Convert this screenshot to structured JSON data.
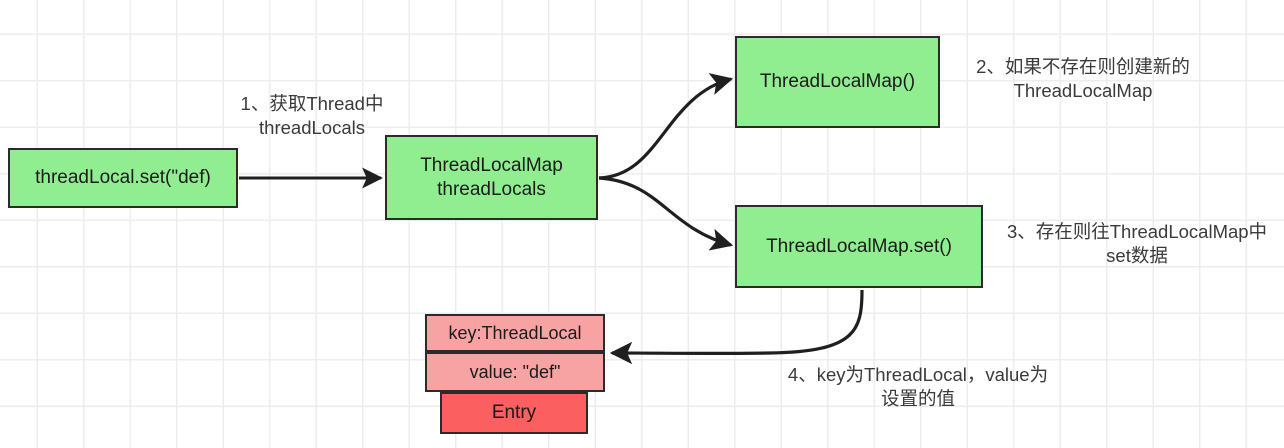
{
  "diagram": {
    "title": "ThreadLocal set flow",
    "background": {
      "color": "#ffffff",
      "grid_color": "#ededed",
      "grid": true
    },
    "palette": {
      "green_fill": "#90ee90",
      "pink_fill": "#f8a3a3",
      "red_fill": "#fb5f5f",
      "stroke": "#2b2b2b",
      "note_text": "#3a3a3a"
    },
    "nodes": {
      "set_call": "threadLocal.set(\"def)",
      "threadlocals_field": "ThreadLocalMap\nthreadLocals",
      "threadlocalmap_ctor": "ThreadLocalMap()",
      "threadlocalmap_set": "ThreadLocalMap.set()",
      "entry_key": "key:ThreadLocal",
      "entry_value": "value: \"def\"",
      "entry_label": "Entry"
    },
    "notes": {
      "note_1": "1、获取Thread中\nthreadLocals",
      "note_2": "2、如果不存在则创建新的\nThreadLocalMap",
      "note_3": "3、存在则往ThreadLocalMap中\nset数据",
      "note_4": "4、key为ThreadLocal，value为\n设置的值"
    }
  }
}
